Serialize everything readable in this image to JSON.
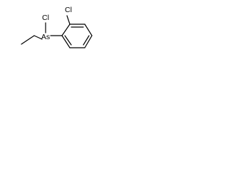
{
  "molecule": {
    "atoms": {
      "as_label": "As",
      "cl_on_as_label": "Cl",
      "cl_on_ring_label": "Cl"
    }
  }
}
